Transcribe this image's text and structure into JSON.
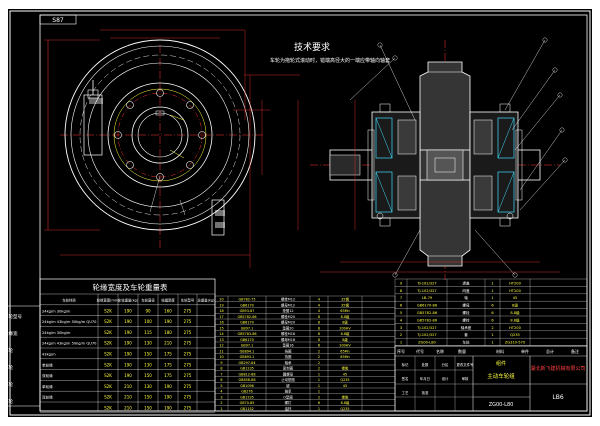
{
  "drawing": {
    "sheet_code": "S87",
    "title_tech": "技术要求",
    "tech_note": "车轮为拖轮式滚动时，错端高径大的一端应带轴向轴套",
    "table_title": "轮缘宽度及车轮重量表",
    "table_headers": [
      "车轮材质",
      "轮缘宽度(mm)",
      "车轮重量(kg)",
      "车轮直径",
      "轮辐厚度",
      "车轮型号",
      "总重量(kg)"
    ],
    "table_left_labels": [
      "车轮型号",
      "轮缘宽",
      "车轮",
      "车轮",
      "车轮",
      "车轮"
    ],
    "table_rows": [
      [
        "24kg/m 30kg/m",
        "S2K",
        "190",
        "90",
        "160",
        "275"
      ],
      [
        "24kg/m 43kg/m 50kg/m QU70",
        "S2K",
        "190",
        "100",
        "190",
        "275"
      ],
      [
        "24kg/m 30kg/m",
        "S2K",
        "190",
        "115",
        "180",
        "275"
      ],
      [
        "24kg/m 43kg/m 50kg/m QU70",
        "S2K",
        "190",
        "130",
        "210",
        "275"
      ],
      [
        "43kg/m",
        "S2K",
        "190",
        "150",
        "175",
        "275"
      ],
      [
        "单轮缘",
        "S2K",
        "190",
        "130",
        "175",
        "275"
      ],
      [
        "双轮缘",
        "S2K",
        "190",
        "150",
        "175",
        "275"
      ],
      [
        "单轮缘",
        "S2K",
        "210",
        "130",
        "190",
        "275"
      ],
      [
        "双轮缘",
        "S2K",
        "210",
        "150",
        "190",
        "275"
      ],
      [
        "",
        "S2K",
        "210",
        "150",
        "190",
        "275"
      ]
    ],
    "bom_mid": [
      [
        "20",
        "GB782-75",
        "螺栓M12",
        "4",
        "35钢"
      ],
      [
        "19",
        "GB6170",
        "螺母M12",
        "4",
        "35钢"
      ],
      [
        "18",
        "GB93-87",
        "垫圈12",
        "4",
        "65Mn"
      ],
      [
        "17",
        "GB5782-86",
        "螺栓M20",
        "8",
        "8.8级"
      ],
      [
        "16",
        "GB6170",
        "螺母M20",
        "8",
        "8级"
      ],
      [
        "15",
        "GB97.1",
        "垫圈20",
        "8",
        "200HV"
      ],
      [
        "14",
        "GB5783-86",
        "螺栓M16",
        "8",
        "8.8级"
      ],
      [
        "13",
        "GB6170",
        "螺母M16",
        "8",
        "8级"
      ],
      [
        "12",
        "GB97.1",
        "垫圈16",
        "8",
        "200HV"
      ],
      [
        "11",
        "GB894.1",
        "挡圈",
        "2",
        "65Mn"
      ],
      [
        "10",
        "GB893.1",
        "挡圈",
        "2",
        "65Mn"
      ],
      [
        "9",
        "GB297-84",
        "轴承",
        "2",
        ""
      ],
      [
        "8",
        "GB1235",
        "密封圈",
        "2",
        "橡胶"
      ],
      [
        "7",
        "GB812-88",
        "圆螺母",
        "1",
        "45"
      ],
      [
        "6",
        "GB858-88",
        "止动垫圈",
        "1",
        "Q235"
      ],
      [
        "5",
        "GB1096",
        "键",
        "1",
        "45"
      ],
      [
        "4",
        "GB276",
        "轴承",
        "1",
        ""
      ],
      [
        "3",
        "GB1235",
        "O型圈",
        "2",
        "橡胶"
      ],
      [
        "2",
        "GB70-85",
        "螺钉",
        "6",
        "8.8级"
      ],
      [
        "1",
        "GB1152",
        "油杯",
        "1",
        "Q235"
      ]
    ],
    "bom_right": [
      [
        "9",
        "TJ-102/327",
        "透盖",
        "1",
        "HT200"
      ],
      [
        "8",
        "TJ-102/327",
        "闷盖",
        "1",
        "HT200"
      ],
      [
        "7",
        "LB-79",
        "轴",
        "1",
        "45"
      ],
      [
        "6",
        "GB6170-86",
        "螺母",
        "6",
        "8级"
      ],
      [
        "5",
        "GB5782-86",
        "螺栓",
        "6",
        "8.8级"
      ],
      [
        "4",
        "GB5782-86",
        "螺栓",
        "6",
        "8.8级"
      ],
      [
        "3",
        "TJ-102/327",
        "轴承座",
        "2",
        "HT200"
      ],
      [
        "2",
        "TJ-102/327",
        "套",
        "1",
        "Q235"
      ],
      [
        "1",
        "ZG00-L80",
        "车轮",
        "1",
        "ZG310-570"
      ]
    ],
    "bom_header": [
      "序号",
      "代号",
      "名称",
      "数量",
      "材料",
      "单件",
      "总计",
      "备注"
    ],
    "company": "湖北新飞建机械有限公司",
    "part_title": "主动车轮组",
    "part_code": "LB6",
    "drawing_no": "ZG00-L80",
    "title_labels": [
      "标记",
      "处数",
      "分区",
      "更改文件号",
      "签名",
      "年月日",
      "设计",
      "审核",
      "工艺",
      "批准"
    ],
    "label_part": "组件"
  }
}
